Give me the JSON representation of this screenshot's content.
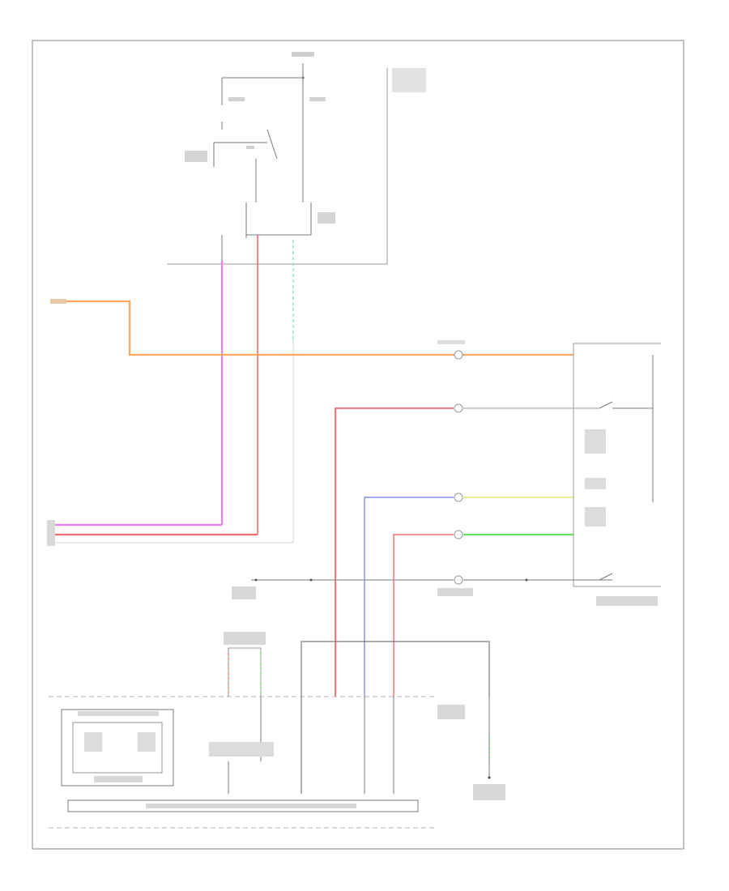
{
  "diagram": {
    "footer_code": "",
    "colors": {
      "frame": "#9a9a9a",
      "wire_black": "#7a7a7a",
      "wire_orange": "#ffa860",
      "wire_pink": "#f07cf0",
      "wire_red": "#f36b6b",
      "wire_blue": "#8a8aee",
      "wire_green": "#66dd66",
      "wire_yellow": "#e8e870",
      "wire_teal": "#8fd6c8"
    },
    "components": [
      "power-source",
      "ignition-switch",
      "brake-pedal-switch",
      "component-harness-box",
      "cruise-control-main-switch",
      "connector-row",
      "ground-point",
      "can-bus",
      "engine-control-module",
      "data-link-connector"
    ]
  }
}
